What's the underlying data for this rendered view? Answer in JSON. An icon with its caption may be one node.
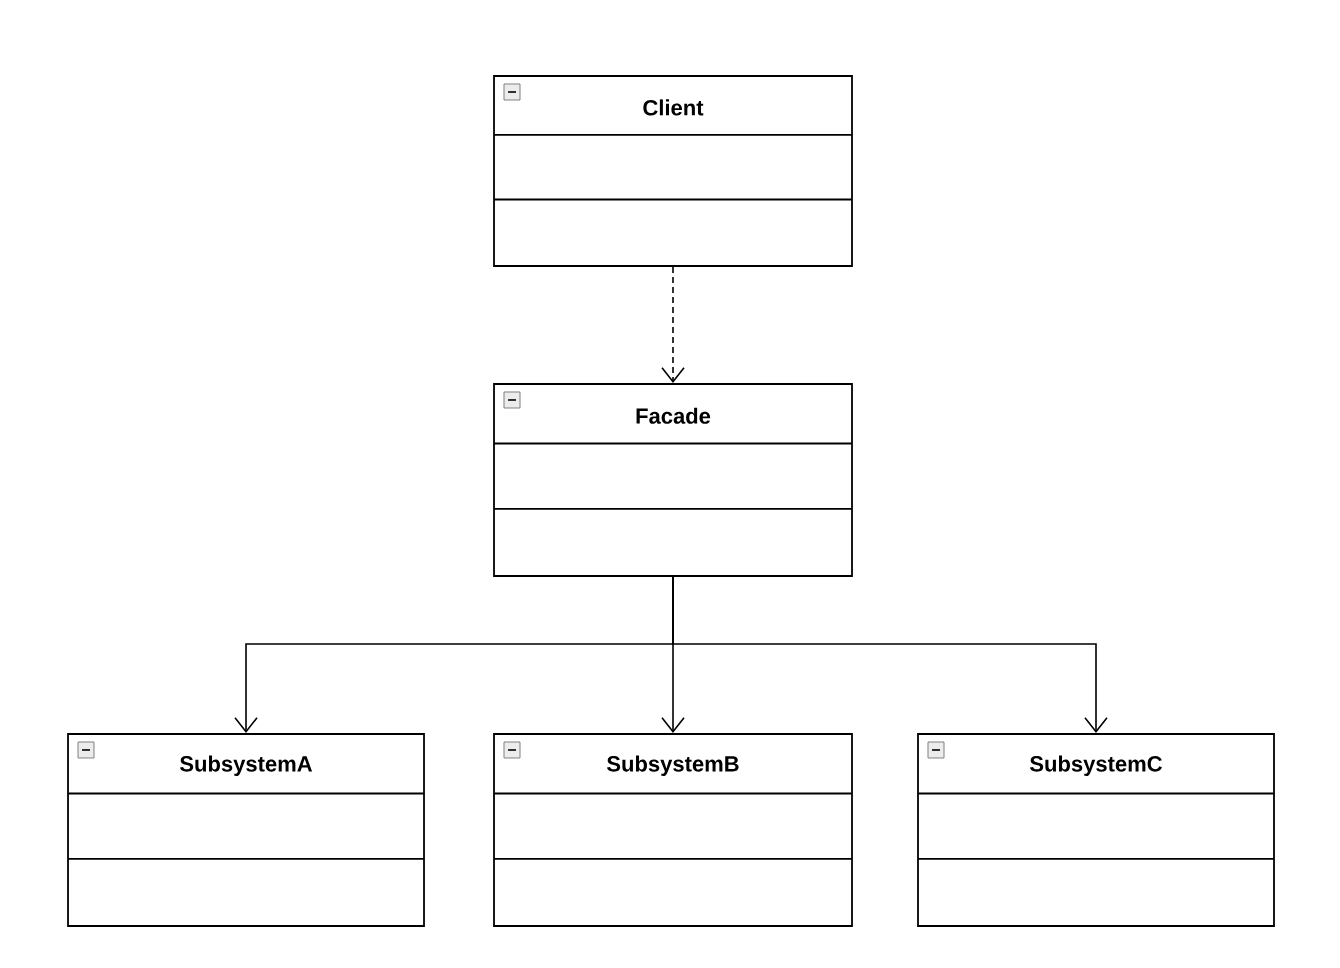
{
  "diagram": {
    "nodes": [
      {
        "text": [
          "Client"
        ]
      },
      {
        "text": [
          "Facade"
        ]
      },
      {
        "text": [
          "SubsystemA"
        ]
      },
      {
        "text": [
          "SubsystemB"
        ]
      },
      {
        "text": [
          "SubsystemC"
        ]
      }
    ],
    "edges": [
      {
        "from": 0,
        "to": 1,
        "arrow": "to",
        "style": "dashed"
      },
      {
        "from": 1,
        "to": 2,
        "arrow": "to"
      },
      {
        "from": 1,
        "to": 3,
        "arrow": "to"
      },
      {
        "from": 1,
        "to": 4,
        "arrow": "to"
      }
    ]
  }
}
